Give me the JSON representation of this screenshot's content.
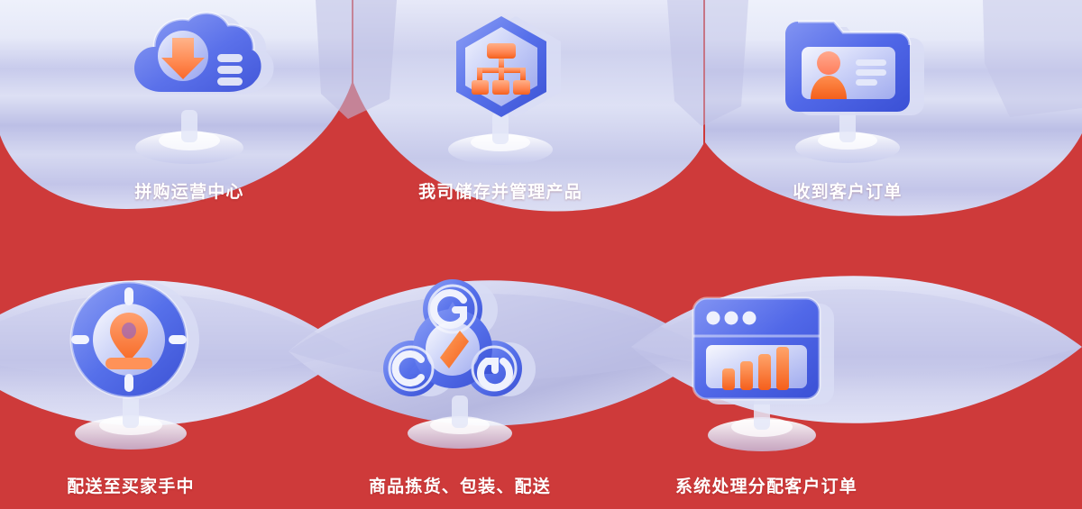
{
  "theme": {
    "background_red": "#CE3A3A",
    "arch_light": "#E2E4F6",
    "arch_lavender": "#BFC0E6",
    "icon_blue": "#5368E8",
    "icon_blue_light": "#7E8EF0",
    "icon_orange": "#FF8A4C",
    "icon_orange_deep": "#F76B1C",
    "label_color": "#FFFFFF"
  },
  "steps": [
    {
      "id": 1,
      "label": "拼购运营中心",
      "icon_name": "cloud-download-icon",
      "row": 1,
      "column": 1
    },
    {
      "id": 2,
      "label": "我司储存并管理产品",
      "icon_name": "hexagon-hierarchy-icon",
      "row": 1,
      "column": 2
    },
    {
      "id": 3,
      "label": "收到客户订单",
      "icon_name": "folder-contact-icon",
      "row": 1,
      "column": 3
    },
    {
      "id": 4,
      "label": "配送至买家手中",
      "icon_name": "location-compass-icon",
      "row": 2,
      "column": 1
    },
    {
      "id": 5,
      "label": "商品拣货、包装、配送",
      "icon_name": "process-nodes-icon",
      "row": 2,
      "column": 2
    },
    {
      "id": 6,
      "label": "系统处理分配客户订单",
      "icon_name": "browser-chart-icon",
      "row": 2,
      "column": 3
    }
  ]
}
